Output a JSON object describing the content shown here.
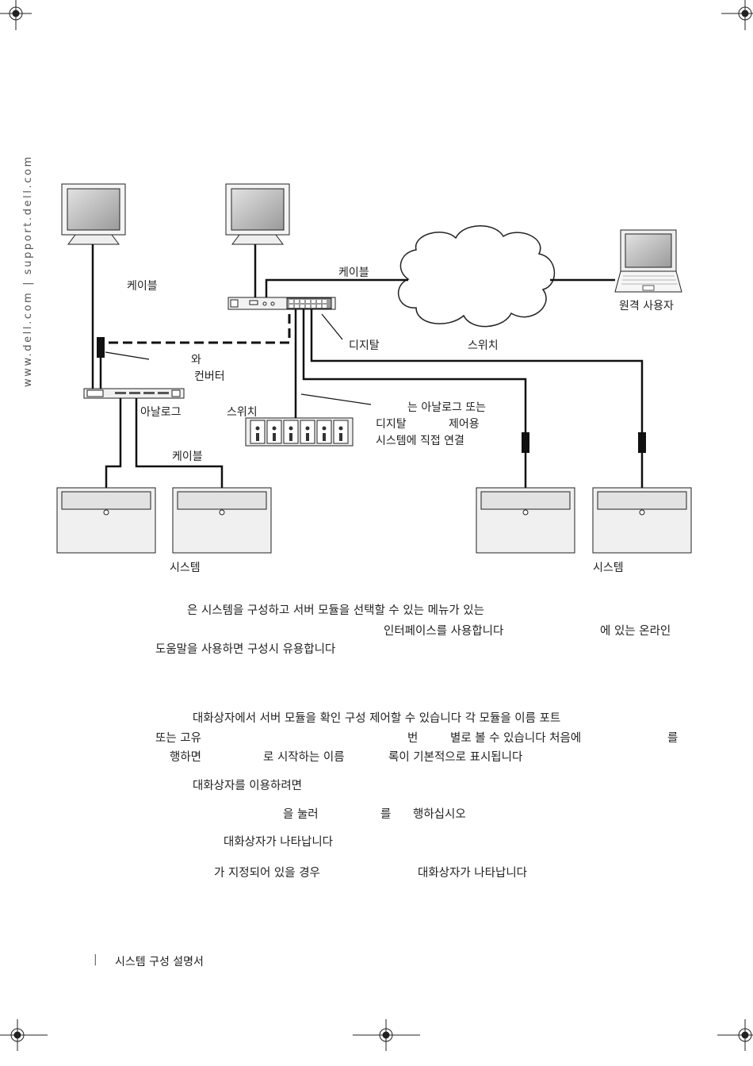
{
  "sidebar": {
    "url_text": "www.dell.com | support.dell.com"
  },
  "diagram": {
    "labels": {
      "cable_left": "케이블",
      "cable_top": "케이블",
      "remote_user": "원격 사용자",
      "digital": "디지탈",
      "switch_right": "스위치",
      "and": "와",
      "converter": "컨버터",
      "analog": "아날로그",
      "switch_mid": "스위치",
      "note_line1": "는 아날로그 또는",
      "note_line2a": "디지탈",
      "note_line2b": "제어용",
      "note_line3": "시스템에 직접 연결",
      "cable_bottom": "케이블",
      "system_left": "시스템",
      "system_right": "시스템"
    }
  },
  "body": {
    "p1_l1": "은 시스템을 구성하고 서버 모듈을 선택할 수 있는 메뉴가 있는",
    "p1_l2a": "인터페이스를 사용합니다",
    "p1_l2b": "에 있는 온라인",
    "p1_l3": "도움말을 사용하면 구성시 유용합니다",
    "p2_l1": "대화상자에서 서버 모듈을 확인 구성 제어할 수 있습니다 각 모듈을 이름 포트",
    "p2_l2a": "또는 고유",
    "p2_l2b": "번",
    "p2_l2c": "별로 볼 수 있습니다 처음에",
    "p2_l2d": "를",
    "p2_l3a": "행하면",
    "p2_l3b": "로 시작하는 이름",
    "p2_l3c": "록이 기본적으로 표시됩니다",
    "p3": "대화상자를 이용하려면",
    "step1a": "을 눌러",
    "step1b": "를",
    "step1c": "행하십시오",
    "step2": "대화상자가 나타납니다",
    "step3a": "가 지정되어 있을 경우",
    "step3b": "대화상자가 나타납니다"
  },
  "footer": {
    "separator": "|",
    "title": "시스템 구성 설명서"
  }
}
